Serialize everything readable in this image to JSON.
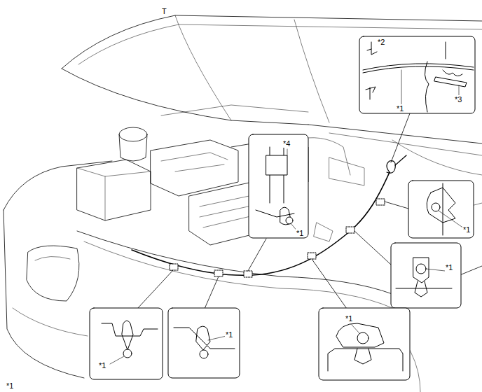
{
  "diagram": {
    "labels": [
      "*2",
      "*1",
      "*3",
      "*4",
      "*1",
      "*1",
      "*1",
      "*1",
      "*1",
      "*1",
      "*1",
      "T"
    ]
  }
}
